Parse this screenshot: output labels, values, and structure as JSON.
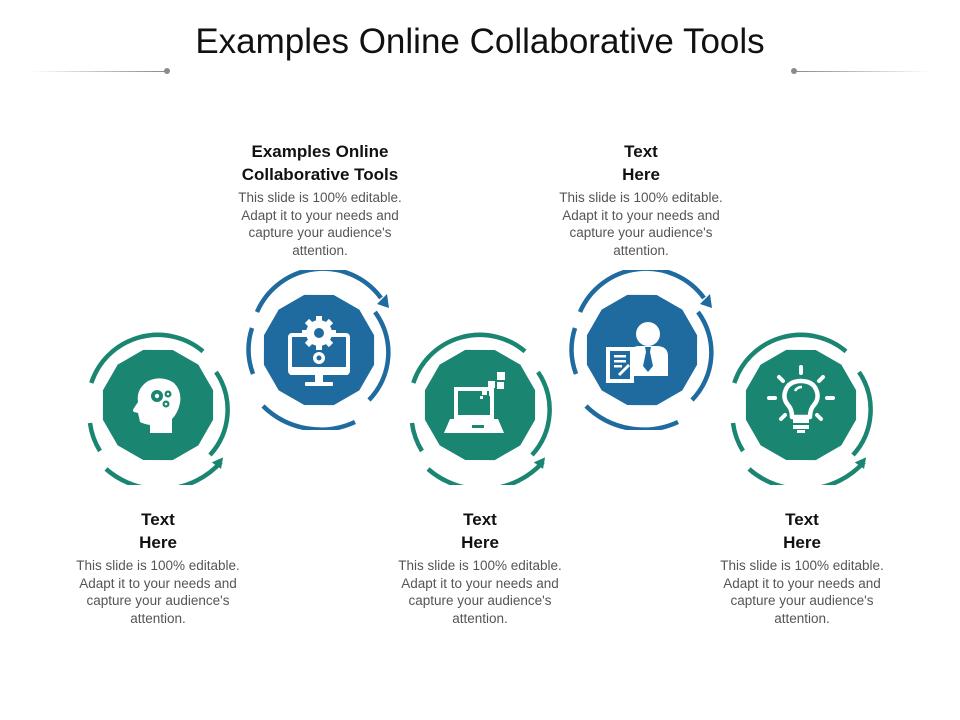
{
  "title": "Examples Online Collaborative Tools",
  "colors": {
    "green": "#1a8570",
    "blue": "#1f6a9e",
    "heading": "#111111",
    "body": "#555555"
  },
  "items": [
    {
      "heading_line1": "Text",
      "heading_line2": "Here",
      "body": "This slide is 100% editable. Adapt it to your needs and capture your audience's attention.",
      "icon": "brain-gears-icon",
      "color": "green",
      "text_position": "below"
    },
    {
      "heading_line1": "Examples Online",
      "heading_line2": "Collaborative Tools",
      "body": "This slide is 100% editable. Adapt it to your needs and capture your audience's attention.",
      "icon": "monitor-gears-icon",
      "color": "blue",
      "text_position": "above"
    },
    {
      "heading_line1": "Text",
      "heading_line2": "Here",
      "body": "This slide is 100% editable. Adapt it to your needs and capture your audience's attention.",
      "icon": "laptop-data-icon",
      "color": "green",
      "text_position": "below"
    },
    {
      "heading_line1": "Text",
      "heading_line2": "Here",
      "body": "This slide is 100% editable. Adapt it to your needs and capture your audience's attention.",
      "icon": "businessman-document-icon",
      "color": "blue",
      "text_position": "above"
    },
    {
      "heading_line1": "Text",
      "heading_line2": "Here",
      "body": "This slide is 100% editable. Adapt it to your needs and capture your audience's attention.",
      "icon": "lightbulb-icon",
      "color": "green",
      "text_position": "below"
    }
  ]
}
